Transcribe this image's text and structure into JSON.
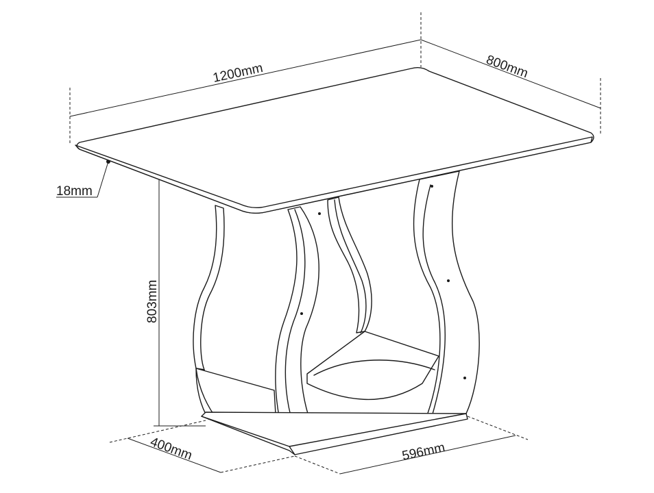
{
  "dimensions": {
    "top_length": "1200mm",
    "top_width": "800mm",
    "top_thickness": "18mm",
    "height": "803mm",
    "base_depth": "400mm",
    "base_width": "596mm"
  }
}
